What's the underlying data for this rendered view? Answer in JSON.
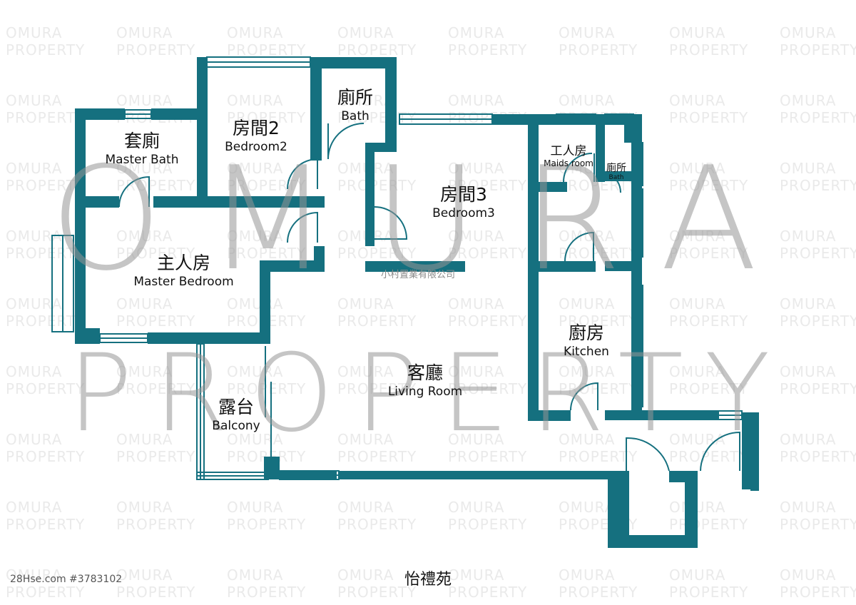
{
  "watermark": {
    "line1": "OMURA",
    "line2": "PROPERTY"
  },
  "company": "小村置業有限公司",
  "estate_name": "怡禮苑",
  "listing_ref": "28Hse.com #3783102",
  "colors": {
    "wall": "#15707f",
    "window": "#15707f",
    "background": "#ffffff"
  },
  "rooms": {
    "master_bath": {
      "zh": "套廁",
      "en": "Master Bath"
    },
    "bedroom2": {
      "zh": "房間2",
      "en": "Bedroom2"
    },
    "bath": {
      "zh": "廁所",
      "en": "Bath"
    },
    "bedroom3": {
      "zh": "房間3",
      "en": "Bedroom3"
    },
    "maids_room": {
      "zh": "工人房",
      "en": "Maids room"
    },
    "maids_bath": {
      "zh": "廁所",
      "en": "Bath"
    },
    "master_bedroom": {
      "zh": "主人房",
      "en": "Master Bedroom"
    },
    "kitchen": {
      "zh": "廚房",
      "en": "Kitchen"
    },
    "living_room": {
      "zh": "客廳",
      "en": "Living Room"
    },
    "balcony": {
      "zh": "露台",
      "en": "Balcony"
    }
  }
}
